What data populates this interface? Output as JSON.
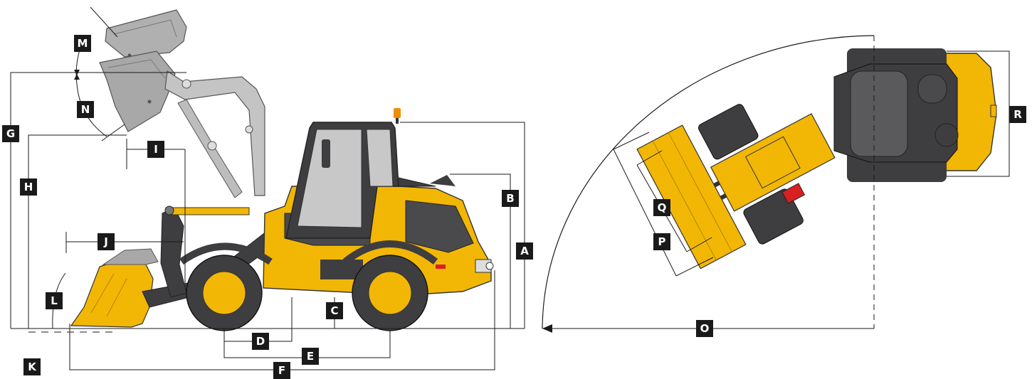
{
  "dimension_labels": {
    "A": "A",
    "B": "B",
    "C": "C",
    "D": "D",
    "E": "E",
    "F": "F",
    "G": "G",
    "H": "H",
    "I": "I",
    "J": "J",
    "K": "K",
    "L": "L",
    "M": "M",
    "N": "N",
    "O": "O",
    "P": "P",
    "Q": "Q",
    "R": "R"
  },
  "colors": {
    "machine_yellow": "#F2B705",
    "machine_dark": "#3E3E40",
    "bucket_grey": "#9A9A9A",
    "label_bg": "#1A1A1A",
    "label_text": "#FFFFFF",
    "line": "#1A1A1A",
    "beacon": "#F28C00",
    "light_red": "#D82020"
  }
}
